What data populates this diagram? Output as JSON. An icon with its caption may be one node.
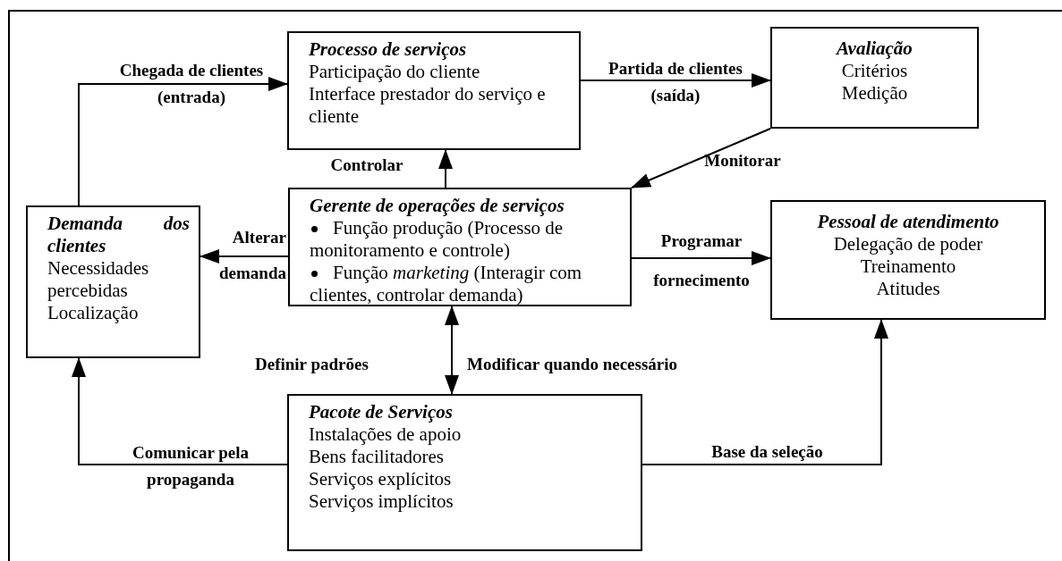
{
  "diagram": {
    "nodes": [
      {
        "text": [
          "Processo de serviços",
          "Participação do cliente",
          "Interface prestador do serviço e cliente"
        ]
      },
      {
        "text": [
          "Avaliação",
          "Critérios",
          "Medição"
        ]
      },
      {
        "text": [
          "Demanda dos clientes",
          "Necessidades percebidas",
          "Localização"
        ]
      },
      {
        "text": [
          "Gerente de operações de serviços",
          "Função produção (Processo de monitoramento e controle)",
          "Função *marketing* (Interagir com clientes, controlar demanda)"
        ]
      },
      {
        "text": [
          "Pessoal de atendimento",
          "Delegação de poder",
          "Treinamento",
          "Atitudes"
        ]
      },
      {
        "text": [
          "Pacote de Serviços",
          "Instalações de apoio",
          "Bens facilitadores",
          "Serviços explícitos",
          "Serviços implícitos"
        ]
      }
    ],
    "edges": [
      {
        "from": 2,
        "to": 0,
        "arrow": "to",
        "label": "Chegada de clientes (entrada)"
      },
      {
        "from": 0,
        "to": 1,
        "arrow": "to",
        "label": "Partida de clientes (saída)"
      },
      {
        "from": 1,
        "to": 3,
        "arrow": "to",
        "label": "Monitorar"
      },
      {
        "from": 3,
        "to": 0,
        "arrow": "to",
        "label": "Controlar"
      },
      {
        "from": 3,
        "to": 2,
        "arrow": "to",
        "label": "Alterar demanda"
      },
      {
        "from": 3,
        "to": 4,
        "arrow": "to",
        "label": "Programar fornecimento"
      },
      {
        "from": 3,
        "to": 5,
        "arrow": "both",
        "label": "Definir padrões"
      },
      {
        "from": 5,
        "to": 2,
        "arrow": "to",
        "label": "Comunicar pela propaganda"
      },
      {
        "from": 5,
        "to": 4,
        "arrow": "to",
        "label": "Base da seleção"
      }
    ],
    "labels": [
      "Modificar quando necessário"
    ]
  }
}
